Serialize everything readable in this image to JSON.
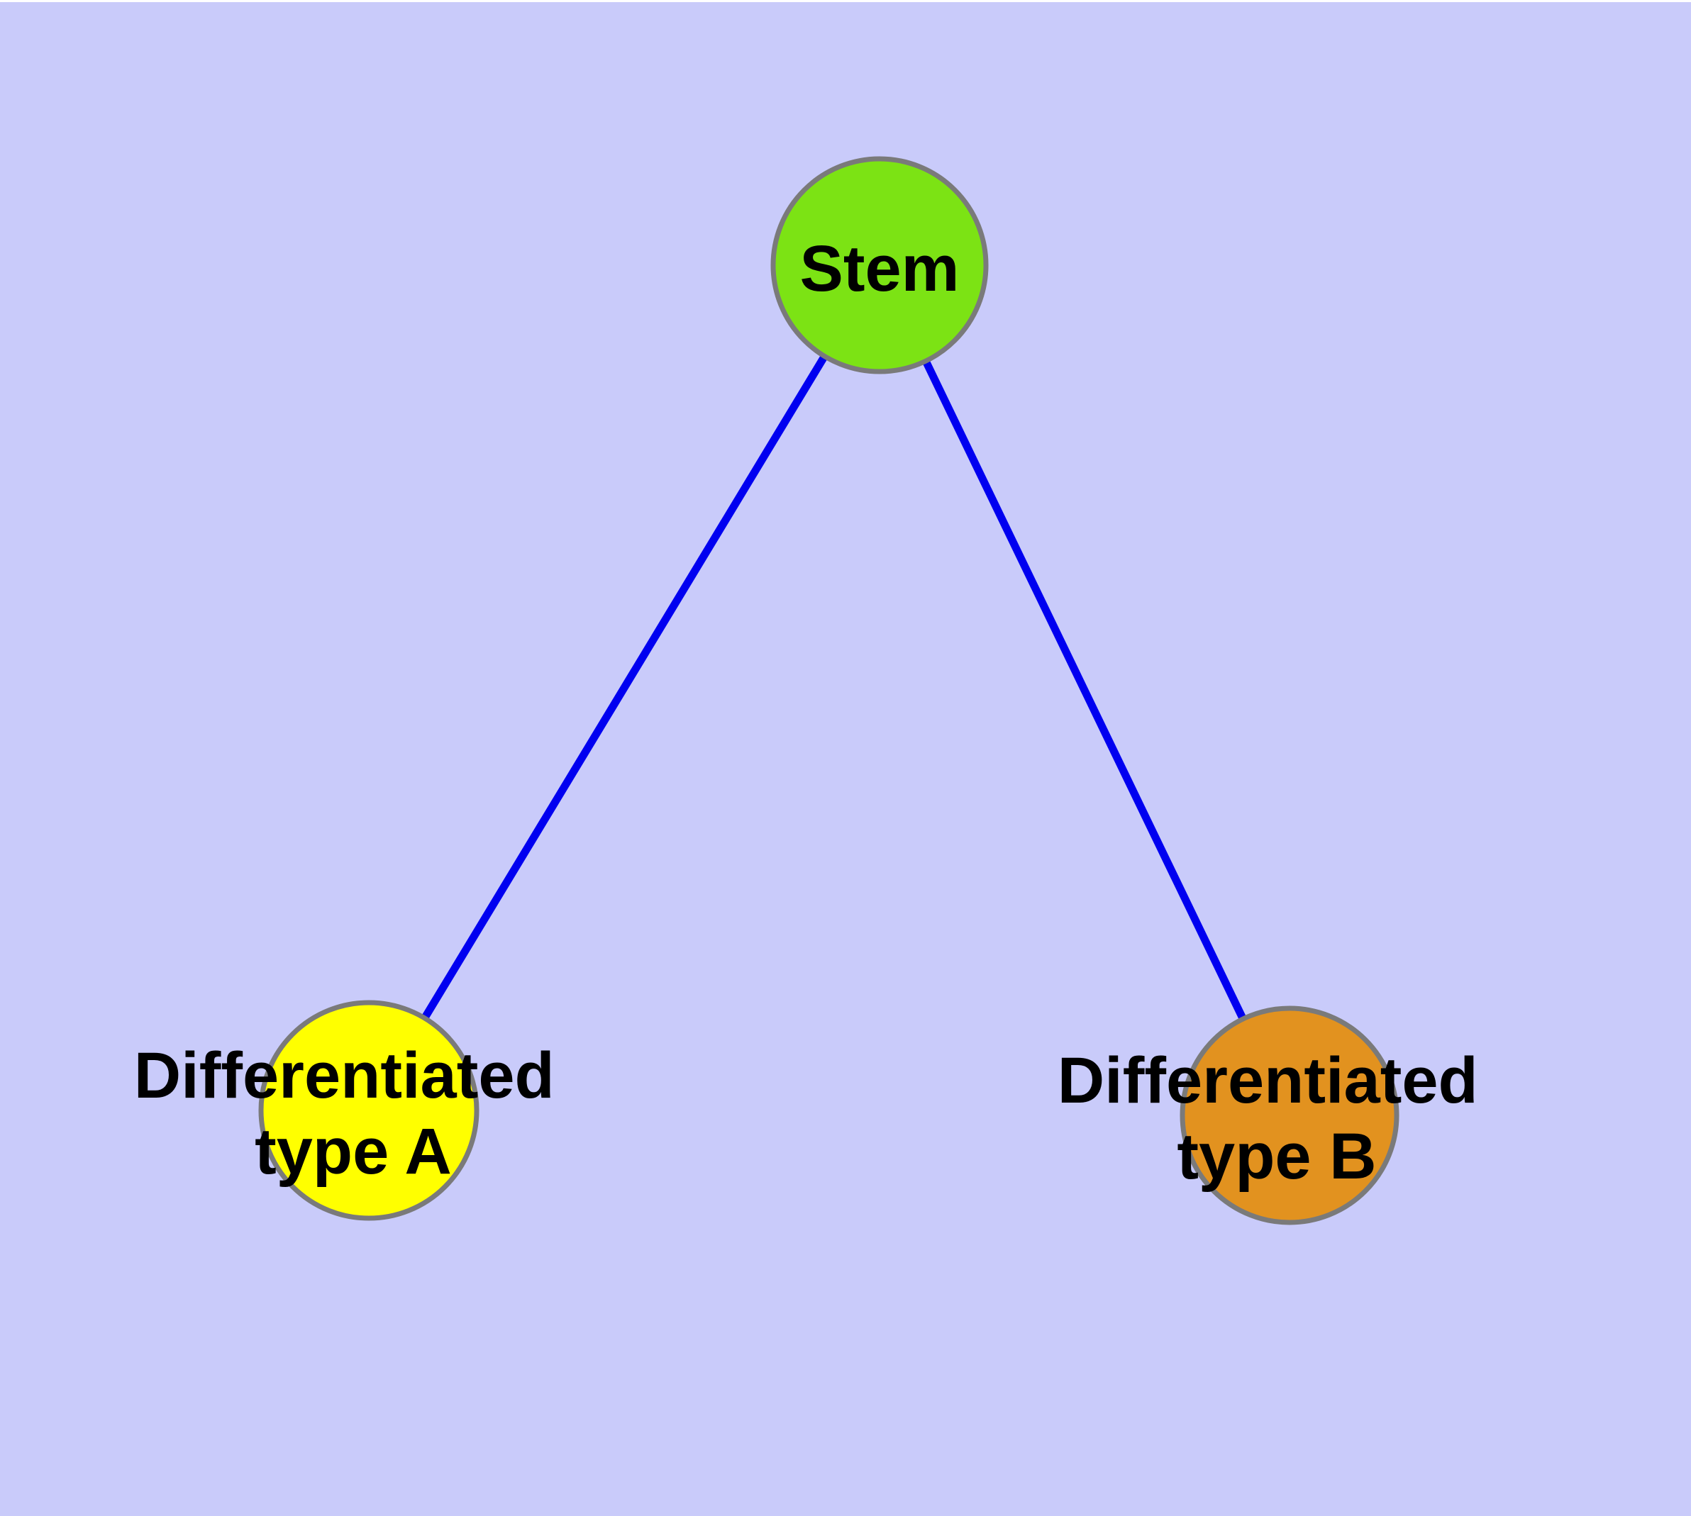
{
  "diagram": {
    "type": "graph",
    "background_color": "#C9CBFA",
    "top_margin_color": "#FFFFFF",
    "edge_color": "#0000F0",
    "node_border_color": "#7A7A7A",
    "label_color": "#000000",
    "nodes": [
      {
        "id": "stem",
        "label": "Stem",
        "fill": "#7CE314"
      },
      {
        "id": "differentiated-type-a",
        "label": "Differentiated type A",
        "label_line1": "Differentiated",
        "label_line2": "type A",
        "fill": "#FFFF00"
      },
      {
        "id": "differentiated-type-b",
        "label": "Differentiated type B",
        "label_line1": "Differentiated",
        "label_line2": "type B",
        "fill": "#E2921F"
      }
    ],
    "edges": [
      {
        "from": "Stem",
        "to": "Differentiated type A"
      },
      {
        "from": "Stem",
        "to": "Differentiated type B"
      }
    ]
  }
}
